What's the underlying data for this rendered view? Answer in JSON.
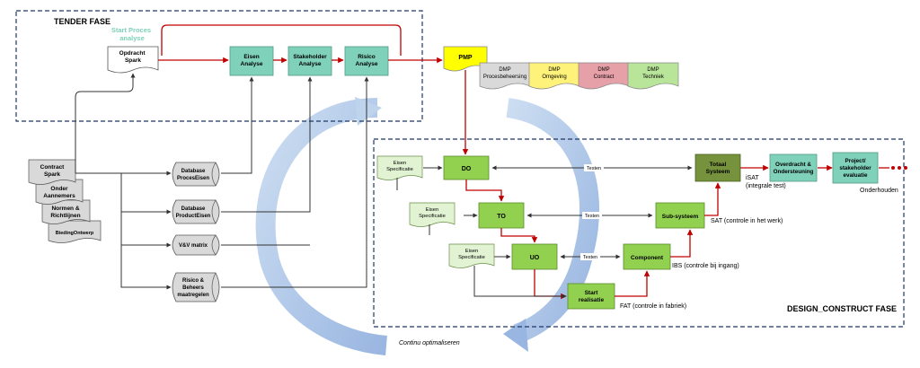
{
  "phases": {
    "tender": "TENDER FASE",
    "design_construct": "DESIGN_CONSTRUCT FASE"
  },
  "start_process": [
    "Start Proces",
    "analyse"
  ],
  "contract_docs": {
    "opdracht_spark": [
      "Opdracht",
      "Spark"
    ],
    "contract_spark": [
      "Contract",
      "Spark"
    ],
    "onder_aannemers": [
      "Onder",
      "Aannemers"
    ],
    "normen_richtlijnen": [
      "Normen &",
      "Richtlijnen"
    ],
    "bieding_ontwerp": "BiedingOntwerp"
  },
  "analyses": {
    "eisen": [
      "Eisen",
      "Analyse"
    ],
    "stakeholder": [
      "Stakeholder",
      "Analyse"
    ],
    "risico": [
      "Risico",
      "Analyse"
    ]
  },
  "pmp": "PMP",
  "dmp": [
    {
      "lines": [
        "DMP",
        "Procesbeheersing"
      ],
      "color": "#d9d9d9"
    },
    {
      "lines": [
        "DMP",
        "Omgeving"
      ],
      "color": "#fff27a"
    },
    {
      "lines": [
        "DMP",
        "Contract"
      ],
      "color": "#e6a0a8"
    },
    {
      "lines": [
        "DMP",
        "Techniek"
      ],
      "color": "#b9e59b"
    }
  ],
  "databases": {
    "proces_eisen": [
      "Database",
      "ProcesEisen"
    ],
    "product_eisen": [
      "Database",
      "ProductEisen"
    ],
    "vv_matrix": "V&V matrix",
    "risico_beheers": [
      "Risico &",
      "Beheers",
      "maatregelen"
    ]
  },
  "eisen_specificatie": [
    "Eisen",
    "Specificatie"
  ],
  "design_steps": {
    "do": "DO",
    "to": "TO",
    "uo": "UO",
    "start_realisatie": [
      "Start",
      "realisatie"
    ],
    "component": "Component",
    "sub_systeem": "Sub-systeem",
    "totaal_systeem": [
      "Totaal",
      "Systeem"
    ]
  },
  "testen": "Testen",
  "tests": {
    "fat": "FAT (controle in fabriek)",
    "ibs": "IBS (controle bij ingang)",
    "sat": "SAT (controle in het werk)",
    "isat": [
      "iSAT",
      "(integrale test)"
    ]
  },
  "handover": {
    "overdracht": [
      "Overdracht &",
      "Ondersteuning"
    ],
    "evaluatie": [
      "Project/",
      "stakeholder",
      "evaluatie"
    ],
    "onderhouden": "Onderhouden"
  },
  "continu": "Continu optimaliseren",
  "colors": {
    "teal": "#7fd1b9",
    "green": "#92d050",
    "dark_green": "#76923c",
    "yellow": "#ffff00",
    "red": "#c00000",
    "gray_doc": "#d9d9d9",
    "arc_blue": "#a9c4e4",
    "phase_border": "#1f3864"
  }
}
